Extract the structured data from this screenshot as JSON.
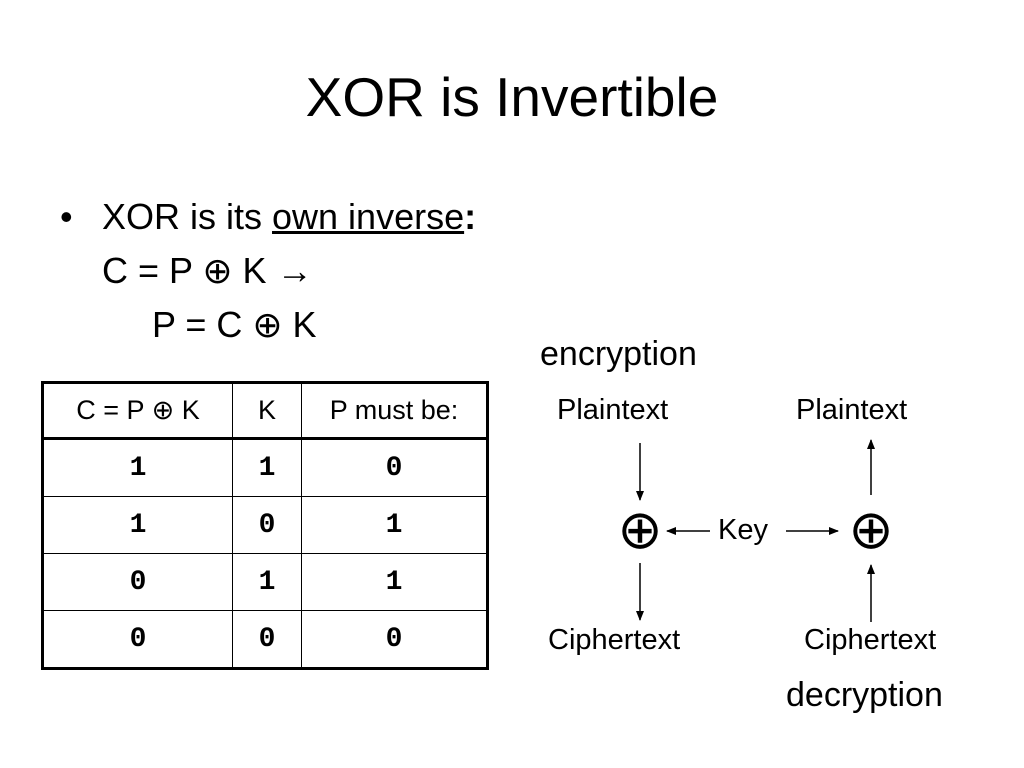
{
  "slide": {
    "title": "XOR is Invertible",
    "bullet": {
      "marker": "•",
      "text_before": "XOR is its ",
      "text_underlined": "own inverse",
      "text_after": ":",
      "line2": "C = P ⊕ K →",
      "line3": "P = C ⊕ K"
    }
  },
  "truth_table": {
    "headers": [
      "C = P ⊕ K",
      "K",
      "P must be:"
    ],
    "rows": [
      [
        "1",
        "1",
        "0"
      ],
      [
        "1",
        "0",
        "1"
      ],
      [
        "0",
        "1",
        "1"
      ],
      [
        "0",
        "0",
        "0"
      ]
    ]
  },
  "diagram": {
    "encryption_label": "encryption",
    "decryption_label": "decryption",
    "left_top": "Plaintext",
    "right_top": "Plaintext",
    "left_bottom": "Ciphertext",
    "right_bottom": "Ciphertext",
    "key_label": "Key",
    "xor_symbol": "⊕"
  }
}
